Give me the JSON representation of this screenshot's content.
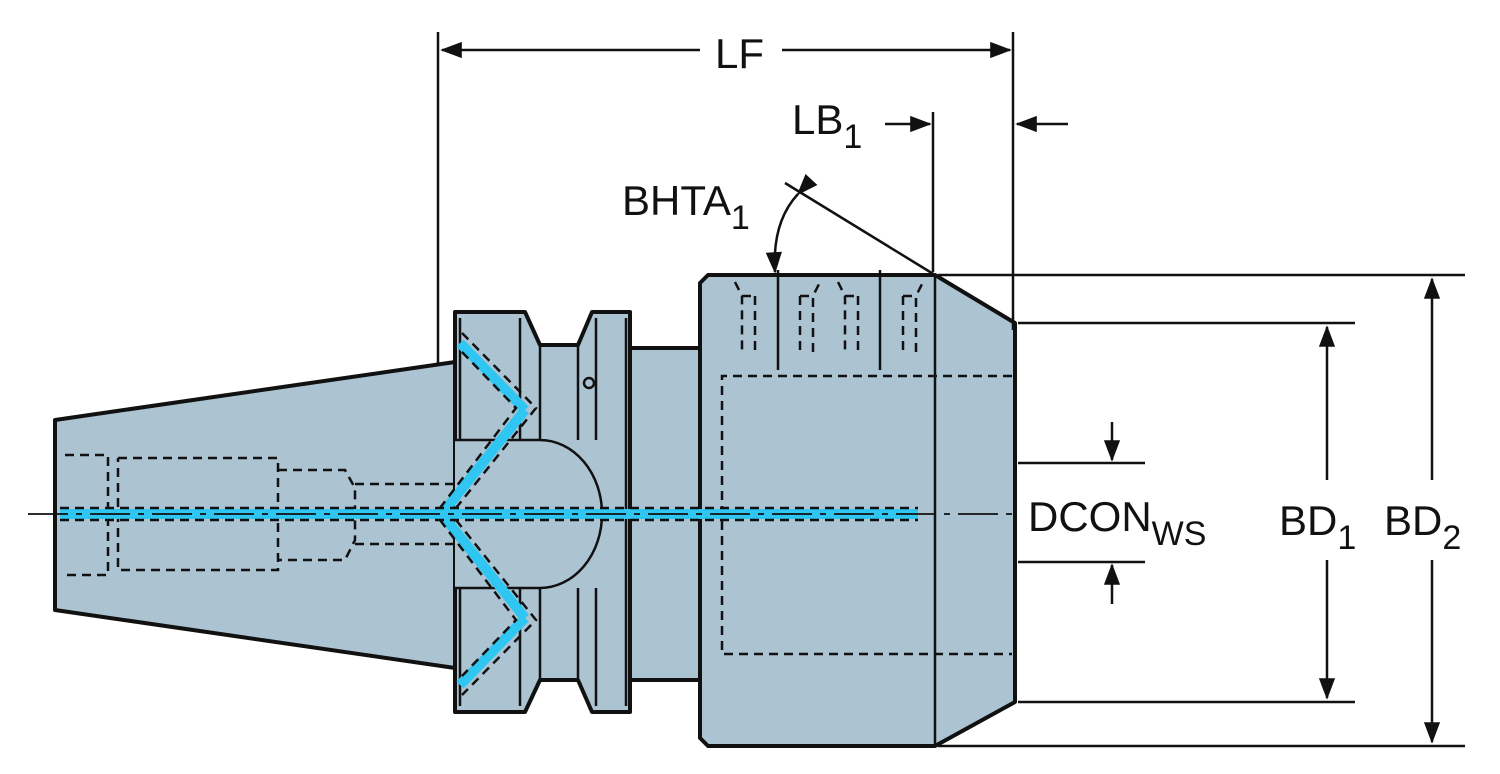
{
  "diagram": {
    "colors": {
      "body": "#acc3d2",
      "coolant": "#2fc6f2",
      "line": "#111111"
    },
    "labels": {
      "lf": "LF",
      "lb1_main": "LB",
      "lb1_sub": "1",
      "bhta1_main": "BHTA",
      "bhta1_sub": "1",
      "dconws_main": "DCON",
      "dconws_sub": "WS",
      "bd1_main": "BD",
      "bd1_sub": "1",
      "bd2_main": "BD",
      "bd2_sub": "2"
    }
  }
}
